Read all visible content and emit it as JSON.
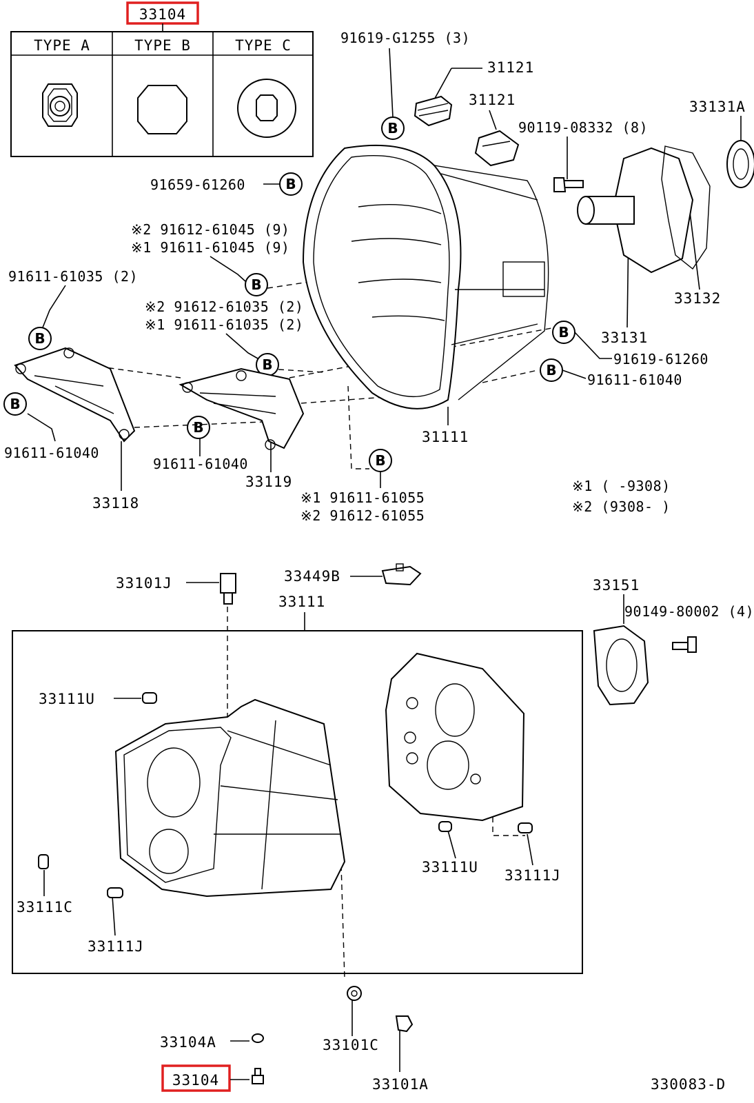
{
  "type_table": {
    "part_number": "33104",
    "types": [
      "TYPE  A",
      "TYPE  B",
      "TYPE  C"
    ]
  },
  "b_marker": "B",
  "top_labels": {
    "p91619_G1255": "91619-G1255 (3)",
    "p31121_a": "31121",
    "p31121_b": "31121",
    "p33131A": "33131A",
    "p90119_08332": "90119-08332 (8)",
    "p91659_61260": "91659-61260",
    "p91612_61045": "※2 91612-61045 (9)",
    "p91611_61045": "※1 91611-61045 (9)",
    "p91611_61035_2": "91611-61035 (2)",
    "p91612_61035": "※2 91612-61035 (2)",
    "p91611_61035_r": "※1 91611-61035 (2)",
    "p33132": "33132",
    "p33131": "33131",
    "p91619_61260": "91619-61260",
    "p91611_61040_r": "91611-61040",
    "p91611_61040_l": "91611-61040",
    "p91611_61040_m": "91611-61040",
    "p31111": "31111",
    "p33118": "33118",
    "p33119": "33119",
    "p91611_61055": "※1 91611-61055",
    "p91612_61055": "※2 91612-61055",
    "note1": "※1 (      -9308)",
    "note2": "※2 (9308-      )"
  },
  "bottom_labels": {
    "p33101J": "33101J",
    "p33449B": "33449B",
    "p33111_top": "33111",
    "p33151": "33151",
    "p90149_80002": "90149-80002 (4)",
    "p33111U_l": "33111U",
    "p33111U_r": "33111U",
    "p33111J_r": "33111J",
    "p33111C": "33111C",
    "p33111J_l": "33111J",
    "p33104A": "33104A",
    "p33101C": "33101C",
    "p33104": "33104",
    "p33101A": "33101A",
    "diagram_code": "330083-D"
  },
  "colors": {
    "highlight": "#e02020",
    "ink": "#000000"
  }
}
